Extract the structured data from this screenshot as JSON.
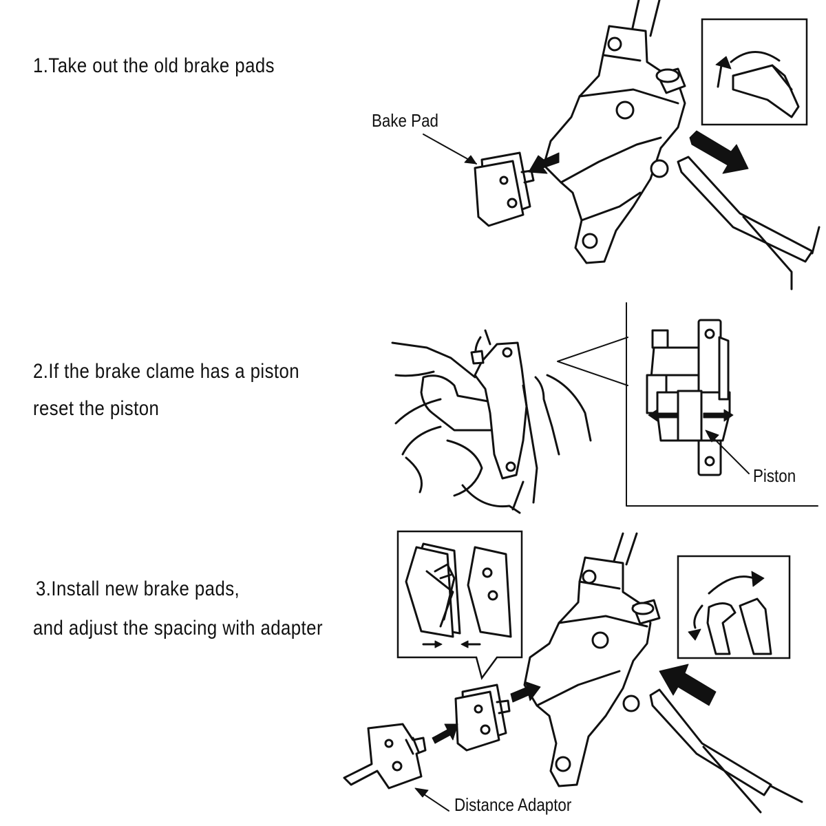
{
  "steps": [
    {
      "text": "1.Take out the old brake pads"
    },
    {
      "line1": "2.If the brake clame has a piston",
      "line2": "reset the piston"
    },
    {
      "line1": "3.Install new brake pads,",
      "line2": "and adjust the spacing with adapter"
    }
  ],
  "labels": {
    "brake_pad": "Bake Pad",
    "piston": "Piston",
    "distance_adaptor": "Distance Adaptor"
  },
  "colors": {
    "ink": "#111111",
    "background": "#ffffff"
  }
}
